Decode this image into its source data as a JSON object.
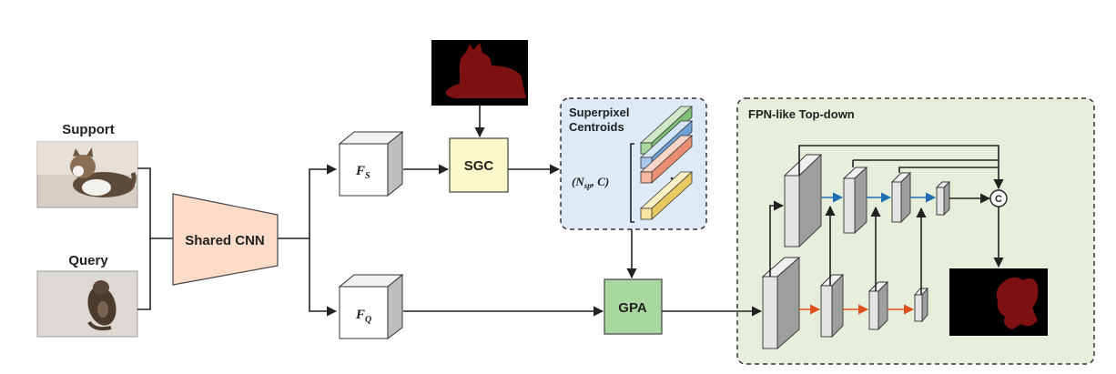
{
  "labels": {
    "support": "Support",
    "query": "Query",
    "shared_cnn": "Shared CNN",
    "fs_main": "F",
    "fs_sub": "S",
    "fq_main": "F",
    "fq_sub": "Q",
    "sgc": "SGC",
    "gpa": "GPA",
    "superpixel_line1": "Superpixel",
    "superpixel_line2": "Centroids",
    "nsp_open": "(N",
    "nsp_sub": "sp",
    "nsp_close": ", C)",
    "fpn_title": "FPN-like Top-down",
    "concat": "C"
  },
  "colors": {
    "shared_cnn_fill": "#fcdcc8",
    "sgc_fill": "#fcf8c8",
    "gpa_fill": "#a8d8a0",
    "superpixel_bg": "#deeaf6",
    "fpn_bg": "#e6efdc",
    "mask_red": "#7d1010",
    "lateral_blue": "#1f6fb2",
    "lateral_orange": "#e0501e",
    "bar_green": "#a8d8a0",
    "bar_blue": "#a9c9ec",
    "bar_salmon": "#f6b6a0",
    "bar_yellow": "#f8e6a0"
  },
  "icons": {
    "support_image": "cat-photo",
    "query_image": "cat-photo",
    "support_mask": "cat-mask",
    "output_mask": "cat-mask"
  }
}
